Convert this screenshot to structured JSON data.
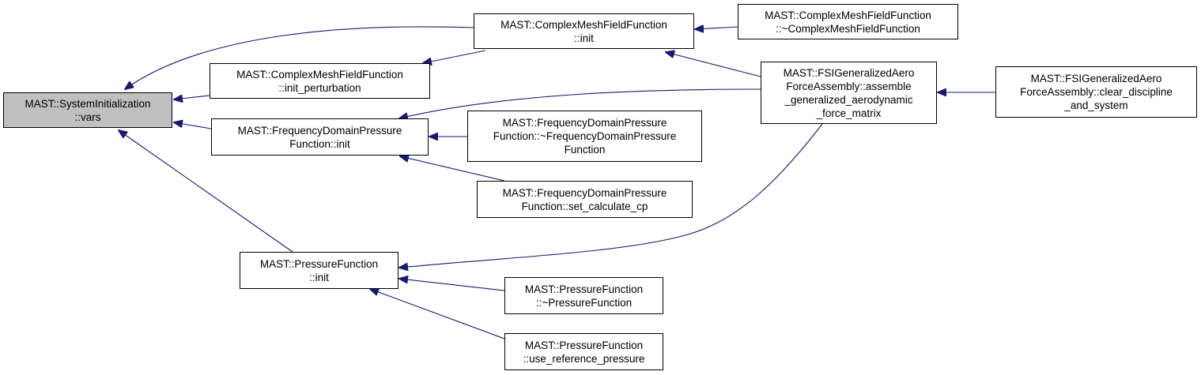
{
  "colors": {
    "edge": "#191970",
    "root_fill": "#bfbfbf",
    "node_fill": "#ffffff",
    "border": "#000000"
  },
  "nodes": {
    "root": {
      "lines": [
        "MAST::SystemInitialization",
        "::vars"
      ]
    },
    "cmff_init": {
      "lines": [
        "MAST::ComplexMeshFieldFunction",
        "::init"
      ]
    },
    "cmff_dtor": {
      "lines": [
        "MAST::ComplexMeshFieldFunction",
        "::~ComplexMeshFieldFunction"
      ]
    },
    "cmff_pert": {
      "lines": [
        "MAST::ComplexMeshFieldFunction",
        "::init_perturbation"
      ]
    },
    "fsi_assemble": {
      "lines": [
        "MAST::FSIGeneralizedAero",
        "ForceAssembly::assemble",
        "_generalized_aerodynamic",
        "_force_matrix"
      ]
    },
    "fsi_clear": {
      "lines": [
        "MAST::FSIGeneralizedAero",
        "ForceAssembly::clear_discipline",
        "_and_system"
      ]
    },
    "fdp_init": {
      "lines": [
        "MAST::FrequencyDomainPressure",
        "Function::init"
      ]
    },
    "fdp_dtor": {
      "lines": [
        "MAST::FrequencyDomainPressure",
        "Function::~FrequencyDomainPressure",
        "Function"
      ]
    },
    "fdp_setcp": {
      "lines": [
        "MAST::FrequencyDomainPressure",
        "Function::set_calculate_cp"
      ]
    },
    "pf_init": {
      "lines": [
        "MAST::PressureFunction",
        "::init"
      ]
    },
    "pf_dtor": {
      "lines": [
        "MAST::PressureFunction",
        "::~PressureFunction"
      ]
    },
    "pf_useref": {
      "lines": [
        "MAST::PressureFunction",
        "::use_reference_pressure"
      ]
    }
  },
  "edges": [
    {
      "from": "cmff_init",
      "to": "root"
    },
    {
      "from": "cmff_pert",
      "to": "root"
    },
    {
      "from": "fdp_init",
      "to": "root"
    },
    {
      "from": "pf_init",
      "to": "root"
    },
    {
      "from": "cmff_pert",
      "to": "cmff_init"
    },
    {
      "from": "cmff_dtor",
      "to": "cmff_init"
    },
    {
      "from": "fsi_assemble",
      "to": "cmff_init"
    },
    {
      "from": "fsi_assemble",
      "to": "fdp_init"
    },
    {
      "from": "fsi_assemble",
      "to": "pf_init"
    },
    {
      "from": "fsi_clear",
      "to": "fsi_assemble"
    },
    {
      "from": "fdp_dtor",
      "to": "fdp_init"
    },
    {
      "from": "fdp_setcp",
      "to": "fdp_init"
    },
    {
      "from": "pf_dtor",
      "to": "pf_init"
    },
    {
      "from": "pf_useref",
      "to": "pf_init"
    }
  ]
}
